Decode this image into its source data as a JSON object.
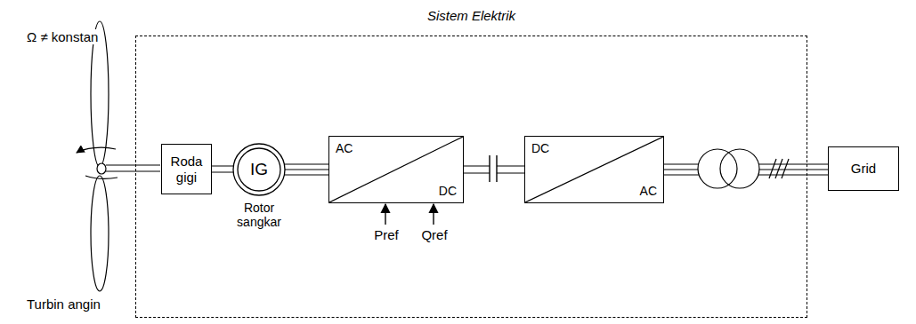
{
  "diagram": {
    "nodes": [
      {
        "text": [
          "Sistem Elektrik"
        ]
      },
      {
        "text": [
          "Roda gigi"
        ],
        "in": 0
      },
      {
        "text": [
          "IG",
          "Rotor sangkar"
        ],
        "in": 0
      },
      {
        "text": [
          "AC",
          "DC"
        ],
        "in": 0
      },
      {
        "text": [
          "DC",
          "AC"
        ],
        "in": 0
      },
      {
        "text": [
          "Grid"
        ]
      }
    ],
    "edges": [
      {
        "from": 1,
        "to": 2,
        "arrow": "none"
      },
      {
        "from": 2,
        "to": 3,
        "arrow": "none"
      },
      {
        "from": 3,
        "to": 4,
        "arrow": "none"
      },
      {
        "from": 4,
        "to": 5,
        "arrow": "none"
      }
    ],
    "labels": [
      "Ω ≠ konstan",
      "Pref",
      "Qref",
      "Turbin angin"
    ]
  }
}
